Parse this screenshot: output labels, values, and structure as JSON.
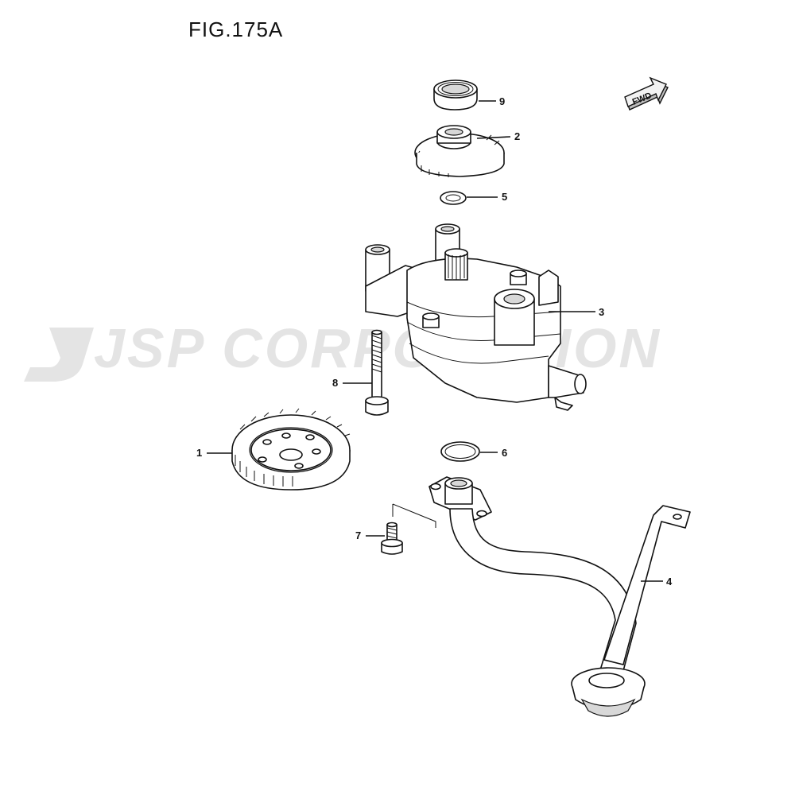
{
  "figure": {
    "title": "FIG.175A"
  },
  "watermark": {
    "text": "JSP CORPORATION"
  },
  "direction_badge": {
    "text": "FWD"
  },
  "callouts": [
    {
      "id": "9",
      "part": "oil-seal"
    },
    {
      "id": "2",
      "part": "pump-drive-gear"
    },
    {
      "id": "5",
      "part": "washer"
    },
    {
      "id": "3",
      "part": "oil-pump-assembly"
    },
    {
      "id": "8",
      "part": "long-bolt"
    },
    {
      "id": "1",
      "part": "driven-gear"
    },
    {
      "id": "6",
      "part": "o-ring"
    },
    {
      "id": "7",
      "part": "short-bolt"
    },
    {
      "id": "4",
      "part": "oil-strainer-pipe"
    }
  ]
}
